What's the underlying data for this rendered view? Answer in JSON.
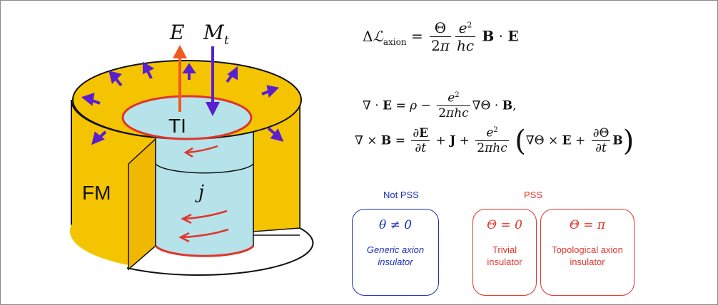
{
  "diagram": {
    "label_E": "E",
    "label_M": "M",
    "label_M_sub": "t",
    "label_TI": "TI",
    "label_FM": "FM",
    "label_j": "j"
  },
  "equations": {
    "lagrangian_lhs": "ΔℒaxioN",
    "gauss_lhs": "∇ · E = ρ −",
    "ampere_lhs": "∇ × B ="
  },
  "categories": {
    "not_pss": "Not PSS",
    "pss": "PSS"
  },
  "boxes": [
    {
      "symbol": "θ ≠ 0",
      "description": "Generic axion insulator",
      "color": "#1a2fc0"
    },
    {
      "symbol": "Θ = 0",
      "description": "Trivial insulator",
      "color": "#e0352b"
    },
    {
      "symbol": "Θ = π",
      "description": "Topological axion insulator",
      "color": "#e0352b"
    }
  ],
  "colors": {
    "ring_yellow": "#f5c400",
    "ti_cyan": "#b6e3ea",
    "current_red": "#e0352b",
    "arrow_purple": "#5a1fd0",
    "arrow_orange": "#ef5a1e",
    "not_pss_blue": "#1a2fc0",
    "pss_red": "#e0352b"
  }
}
